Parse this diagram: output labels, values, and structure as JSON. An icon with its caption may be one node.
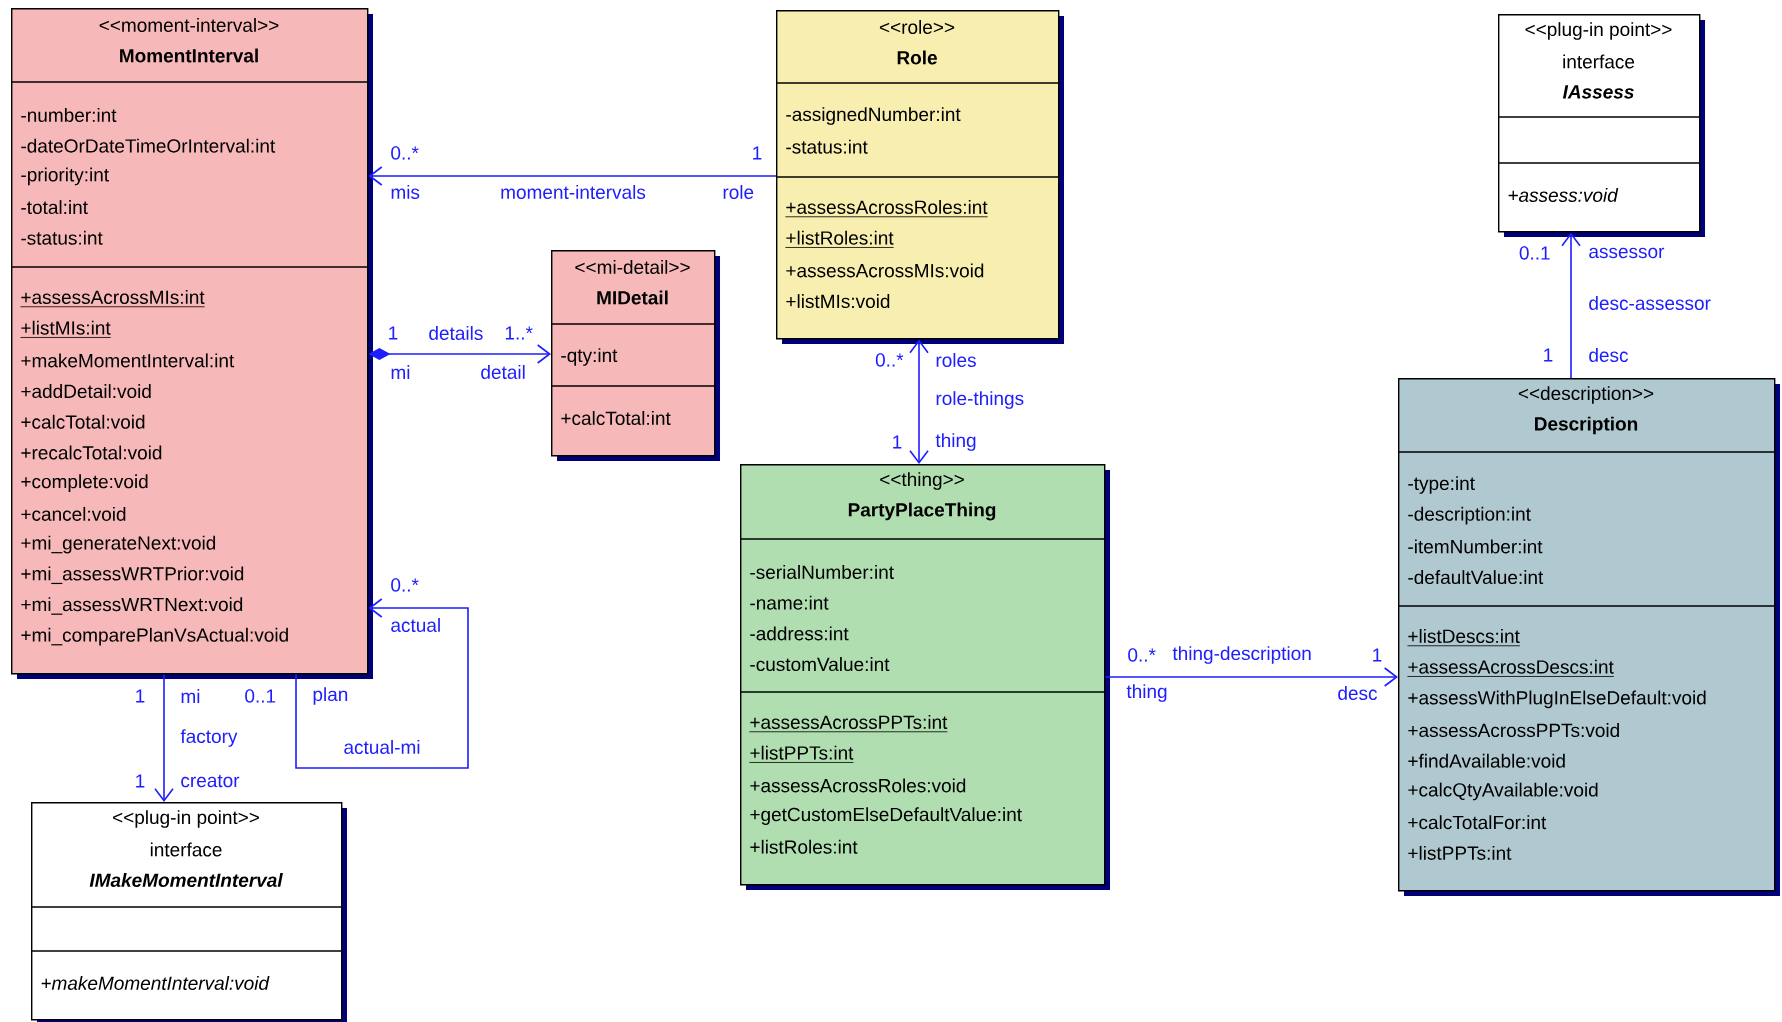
{
  "diagram": {
    "nodes": [
      {
        "text": [
          "<<moment-interval>>",
          "MomentInterval",
          "-number:int",
          "-dateOrDateTimeOrInterval:int",
          "-priority:int",
          "-total:int",
          "-status:int",
          "+assessAcrossMIs:int",
          "+listMIs:int",
          "+makeMomentInterval:int",
          "+addDetail:void",
          "+calcTotal:void",
          "+recalcTotal:void",
          "+complete:void",
          "+cancel:void",
          "+mi_generateNext:void",
          "+mi_assessWRTPrior:void",
          "+mi_assessWRTNext:void",
          "+mi_comparePlanVsActual:void"
        ]
      },
      {
        "text": [
          "<<role>>",
          "Role",
          "-assignedNumber:int",
          "-status:int",
          "+assessAcrossRoles:int",
          "+listRoles:int",
          "+assessAcrossMIs:void",
          "+listMIs:void"
        ]
      },
      {
        "text": [
          "<<plug-in point>>",
          "interface",
          "IAssess",
          "+assess:void"
        ]
      },
      {
        "text": [
          "<<mi-detail>>",
          "MIDetail",
          "-qty:int",
          "+calcTotal:int"
        ]
      },
      {
        "text": [
          "<<thing>>",
          "PartyPlaceThing",
          "-serialNumber:int",
          "-name:int",
          "-address:int",
          "-customValue:int",
          "+assessAcrossPPTs:int",
          "+listPPTs:int",
          "+assessAcrossRoles:void",
          "+getCustomElseDefaultValue:int",
          "+listRoles:int"
        ]
      },
      {
        "text": [
          "<<description>>",
          "Description",
          "-type:int",
          "-description:int",
          "-itemNumber:int",
          "-defaultValue:int",
          "+listDescs:int",
          "+assessAcrossDescs:int",
          "+assessWithPlugInElseDefault:void",
          "+assessAcrossPPTs:void",
          "+findAvailable:void",
          "+calcQtyAvailable:void",
          "+calcTotalFor:int",
          "+listPPTs:int"
        ]
      },
      {
        "text": [
          "<<plug-in point>>",
          "interface",
          "IMakeMomentInterval",
          "+makeMomentInterval:void"
        ]
      }
    ],
    "edges": [
      {
        "from": 1,
        "to": 0,
        "arrow": "to",
        "label": "moment-intervals"
      },
      {
        "from": 0,
        "to": 3,
        "arrow": "to",
        "label": "details"
      },
      {
        "from": 0,
        "to": 0,
        "arrow": "to",
        "label": "actual-mi"
      },
      {
        "from": 0,
        "to": 6,
        "arrow": "to",
        "label": "factory"
      },
      {
        "from": 4,
        "to": 1,
        "arrow": "both",
        "label": "role-things"
      },
      {
        "from": 4,
        "to": 5,
        "arrow": "to",
        "label": "thing-description"
      },
      {
        "from": 5,
        "to": 2,
        "arrow": "to",
        "label": "desc-assessor"
      }
    ],
    "labels": [
      "0..*",
      "1",
      "mis",
      "role",
      "0..1",
      "assessor",
      "1",
      "1..*",
      "mi",
      "detail",
      "0..*",
      "roles",
      "1",
      "desc",
      "1",
      "thing",
      "0..*",
      "actual",
      "0..*",
      "1",
      "1",
      "mi",
      "0..1",
      "plan",
      "thing",
      "desc",
      "1",
      "creator"
    ]
  }
}
